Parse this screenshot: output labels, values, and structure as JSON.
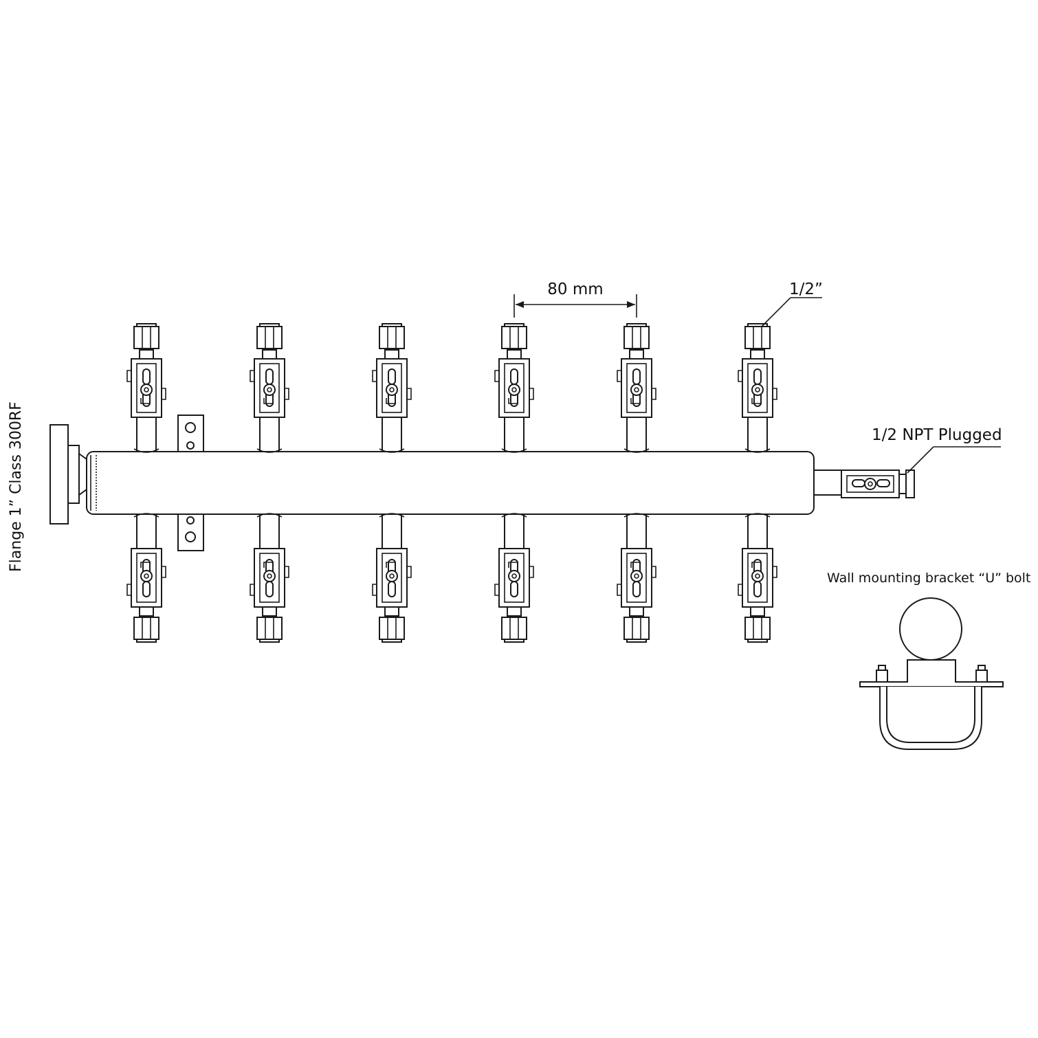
{
  "labels": {
    "flange": "Flange 1” Class 300RF",
    "spacing": "80 mm",
    "outlet_size": "1/2”",
    "plug": "1/2 NPT Plugged",
    "bracket": "Wall mounting bracket “U” bolt"
  },
  "manifold": {
    "top_valves": 6,
    "bottom_valves": 6
  }
}
